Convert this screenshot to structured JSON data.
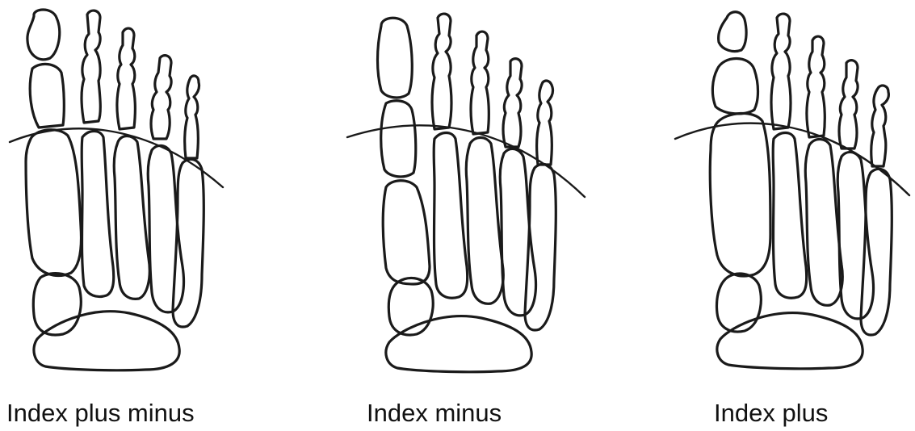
{
  "figures": [
    {
      "id": "plus-minus",
      "caption": "Index plus minus",
      "drawing_name": "forefoot-drawing"
    },
    {
      "id": "minus",
      "caption": "Index minus",
      "drawing_name": "forefoot-drawing"
    },
    {
      "id": "plus",
      "caption": "Index plus",
      "drawing_name": "forefoot-drawing"
    }
  ]
}
